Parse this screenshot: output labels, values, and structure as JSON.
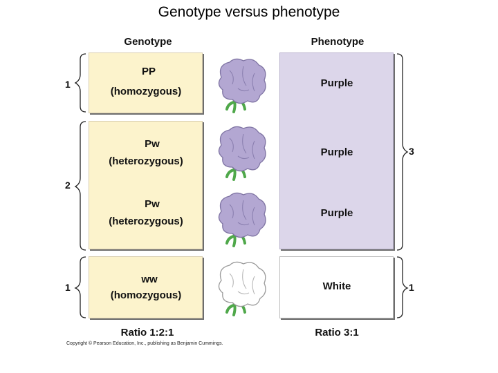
{
  "title": "Genotype versus phenotype",
  "headers": {
    "genotype": "Genotype",
    "phenotype": "Phenotype"
  },
  "rows": [
    {
      "allele": "PP",
      "zygosity": "(homozygous)",
      "phenotype": "Purple",
      "flower_color": "#b3a7d2"
    },
    {
      "allele": "Pw",
      "zygosity": "(heterozygous)",
      "phenotype": "Purple",
      "flower_color": "#b3a7d2"
    },
    {
      "allele": "Pw",
      "zygosity": "(heterozygous)",
      "phenotype": "Purple",
      "flower_color": "#b3a7d2"
    },
    {
      "allele": "ww",
      "zygosity": "(homozygous)",
      "phenotype": "White",
      "flower_color": "#ffffff"
    }
  ],
  "genotype_counts": [
    "1",
    "2",
    "1"
  ],
  "phenotype_counts": [
    "3",
    "1"
  ],
  "ratios": {
    "genotype": "Ratio 1:2:1",
    "phenotype": "Ratio 3:1"
  },
  "copyright": "Copyright © Pearson Education, Inc., publishing as Benjamin Cummings.",
  "colors": {
    "genotype_box": "#fcf3cc",
    "phenotype_box": "#dcd6ea",
    "stem": "#4fa84a"
  }
}
